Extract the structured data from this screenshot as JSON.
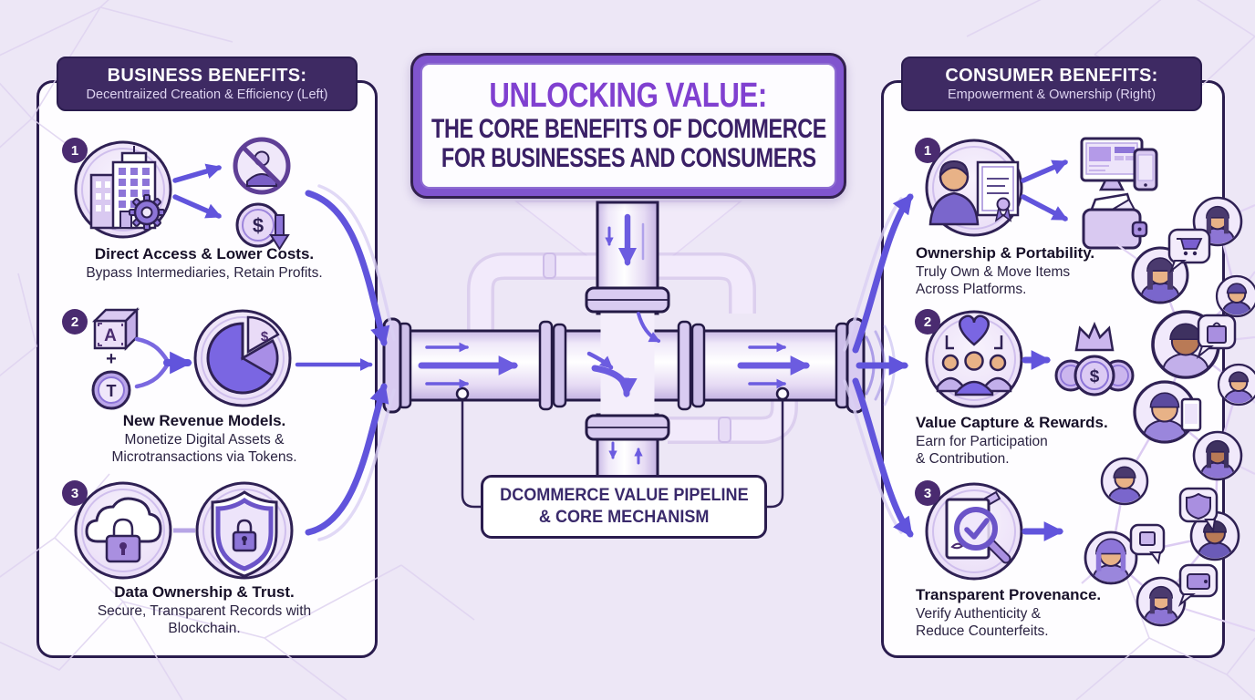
{
  "banner": {
    "line1": "UNLOCKING VALUE:",
    "line2": "THE CORE BENEFITS OF DCOMMERCE",
    "line3": "FOR BUSINESSES AND CONSUMERS"
  },
  "pipeline_label": {
    "line1": "DCOMMERCE VALUE PIPELINE",
    "line2": "& CORE MECHANISM"
  },
  "business_panel": {
    "header_title": "BUSINESS BENEFITS:",
    "header_subtitle": "Decentraiized Creation & Efficiency (Left)",
    "items": [
      {
        "number": "1",
        "title": "Direct Access & Lower Costs.",
        "desc": "Bypass Intermediaries, Retain Profits.",
        "icons": [
          "building-gear-icon",
          "no-intermediary-icon",
          "cost-down-coin-icon"
        ]
      },
      {
        "number": "2",
        "title": "New Revenue Models.",
        "desc": "Monetize Digital Assets &\nMicrotransactions via Tokens.",
        "icons": [
          "digital-asset-cube-icon",
          "token-coin-icon",
          "revenue-pie-icon"
        ]
      },
      {
        "number": "3",
        "title": "Data Ownership & Trust.",
        "desc": "Secure, Transparent Records with\nBlockchain.",
        "icons": [
          "cloud-lock-icon",
          "shield-lock-icon"
        ]
      }
    ]
  },
  "consumer_panel": {
    "header_title": "CONSUMER BENEFITS:",
    "header_subtitle": "Empowerment & Ownership (Right)",
    "items": [
      {
        "number": "1",
        "title": "Ownership & Portability.",
        "desc": "Truly Own & Move Items\nAcross Platforms.",
        "icons": [
          "person-certificate-icon",
          "monitor-phone-icon",
          "wallet-icon"
        ]
      },
      {
        "number": "2",
        "title": "Value Capture & Rewards.",
        "desc": "Earn for Participation\n& Contribution.",
        "icons": [
          "community-heart-icon",
          "coins-crown-icon"
        ]
      },
      {
        "number": "3",
        "title": "Transparent Provenance.",
        "desc": "Verify Authenticity &\nReduce Counterfeits.",
        "icons": [
          "document-magnifier-check-icon"
        ]
      }
    ]
  },
  "glyphs": {
    "dollar": "$",
    "asset": "A",
    "token": "T",
    "plus": "+"
  },
  "colors": {
    "background": "#EDE7F6",
    "panel_header": "#3E2A63",
    "badge": "#4A2B70",
    "arrow": "#6154DC",
    "banner_frame": "#8055CE",
    "banner_title": "#8040D0",
    "banner_text": "#3A2066",
    "outline": "#2A1C4E"
  }
}
